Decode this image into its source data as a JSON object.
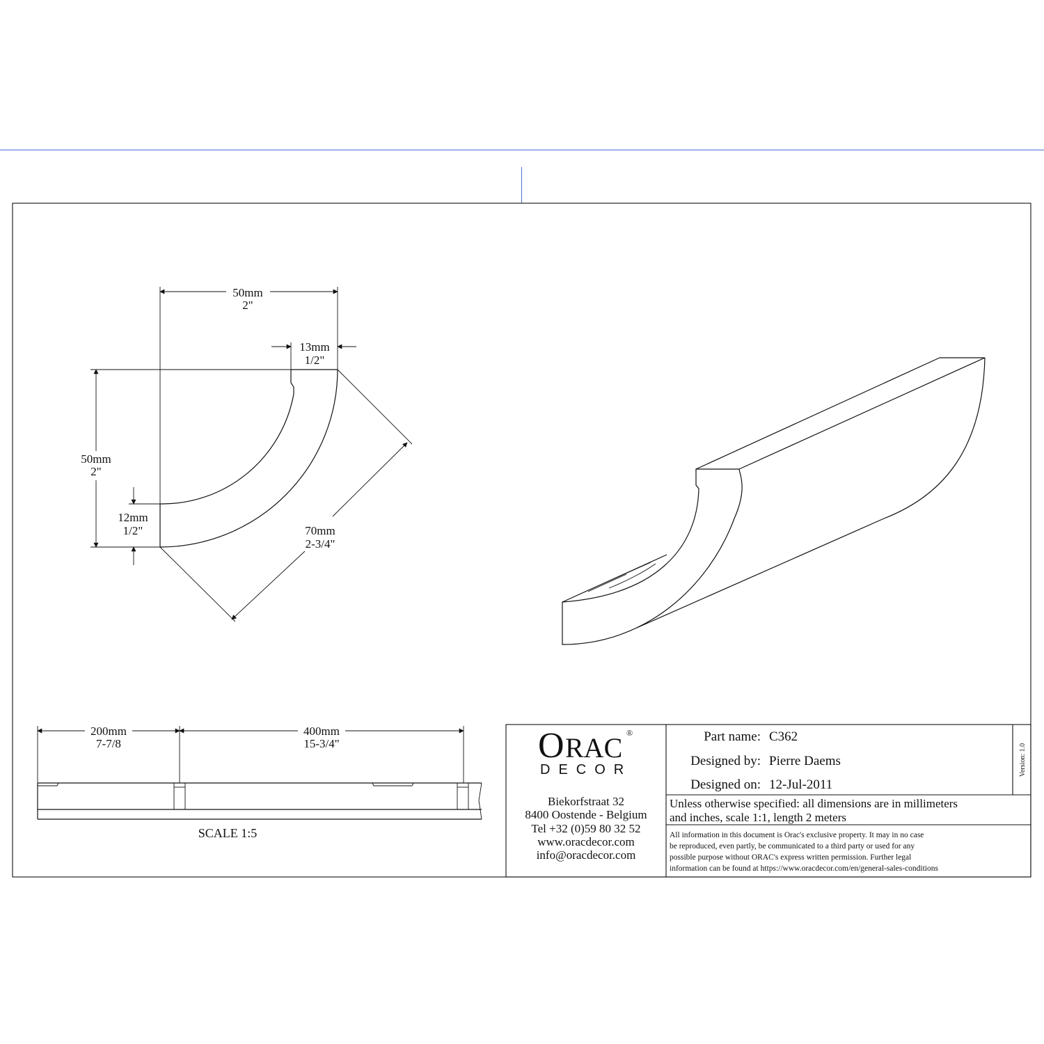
{
  "profile": {
    "width_mm": "50mm",
    "width_in": "2\"",
    "lip_mm": "13mm",
    "lip_in": "1/2\"",
    "height_mm": "50mm",
    "height_in": "2\"",
    "foot_mm": "12mm",
    "foot_in": "1/2\"",
    "diag_mm": "70mm",
    "diag_in": "2-3/4\""
  },
  "side_view": {
    "seg1_mm": "200mm",
    "seg1_in": "7-7/8",
    "seg2_mm": "400mm",
    "seg2_in": "15-3/4\"",
    "scale": "SCALE  1:5"
  },
  "title_block": {
    "logo_main": "ORAC",
    "logo_reg": "®",
    "logo_sub": "DECOR",
    "address": [
      "Biekorfstraat 32",
      "8400 Oostende - Belgium",
      "Tel   +32 (0)59 80 32 52",
      "www.oracdecor.com",
      "info@oracdecor.com"
    ],
    "part_name_label": "Part name:",
    "part_name": "C362",
    "designed_by_label": "Designed by:",
    "designed_by": "Pierre Daems",
    "designed_on_label": "Designed on:",
    "designed_on": "12-Jul-2011",
    "version": "Version: 1.0",
    "note_lines": [
      "Unless otherwise specified: all dimensions are in millimeters",
      "and inches, scale 1:1, length 2 meters"
    ],
    "legal_lines": [
      "All information in this document is Orac's exclusive property.  It may in no case",
      "be reproduced, even partly, be communicated to a third party or used for any",
      "possible purpose without ORAC's express written permission. Further legal",
      "information can be found at https://www.oracdecor.com/en/general-sales-conditions"
    ]
  }
}
